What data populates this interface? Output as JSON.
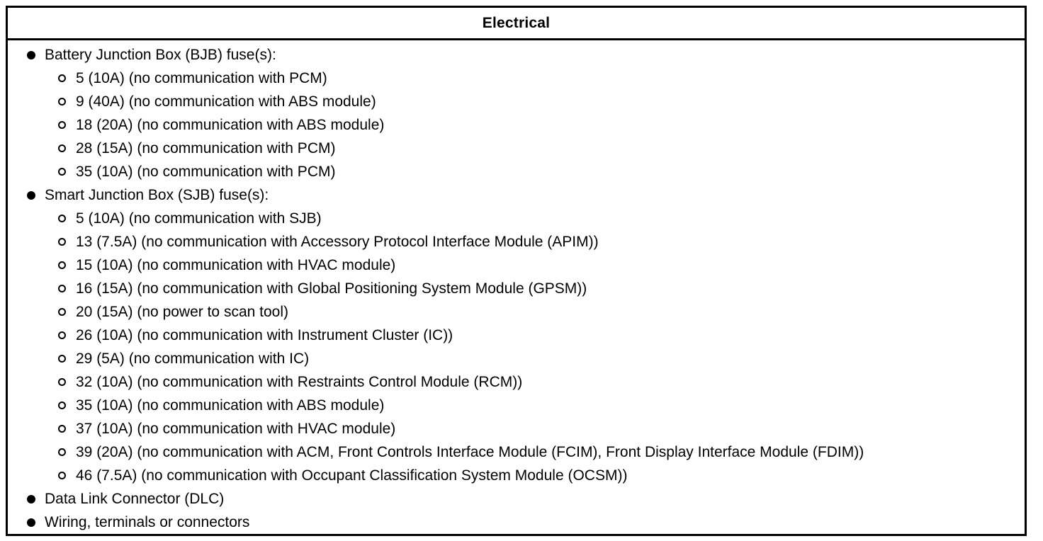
{
  "document": {
    "header": {
      "title": "Electrical"
    },
    "icons": {
      "level1_bullet": "filled-circle",
      "level2_bullet": "open-circle"
    },
    "colors": {
      "text": "#000000",
      "background": "#ffffff",
      "border": "#000000"
    },
    "list": [
      {
        "level": 1,
        "text": "Battery Junction Box (BJB) fuse(s):"
      },
      {
        "level": 2,
        "text": "5 (10A) (no communication with PCM)"
      },
      {
        "level": 2,
        "text": "9 (40A) (no communication with ABS module)"
      },
      {
        "level": 2,
        "text": "18 (20A) (no communication with ABS module)"
      },
      {
        "level": 2,
        "text": "28 (15A) (no communication with PCM)"
      },
      {
        "level": 2,
        "text": "35 (10A) (no communication with PCM)"
      },
      {
        "level": 1,
        "text": "Smart Junction Box (SJB) fuse(s):"
      },
      {
        "level": 2,
        "text": "5 (10A) (no communication with SJB)"
      },
      {
        "level": 2,
        "text": "13 (7.5A) (no communication with Accessory Protocol Interface Module (APIM))"
      },
      {
        "level": 2,
        "text": "15 (10A) (no communication with HVAC module)"
      },
      {
        "level": 2,
        "text": "16 (15A) (no communication with Global Positioning System Module (GPSM))"
      },
      {
        "level": 2,
        "text": "20 (15A) (no power to scan tool)"
      },
      {
        "level": 2,
        "text": "26 (10A) (no communication with Instrument Cluster (IC))"
      },
      {
        "level": 2,
        "text": "29 (5A) (no communication with IC)"
      },
      {
        "level": 2,
        "text": "32 (10A) (no communication with Restraints Control Module (RCM))"
      },
      {
        "level": 2,
        "text": "35 (10A) (no communication with ABS module)"
      },
      {
        "level": 2,
        "text": "37 (10A) (no communication with HVAC module)"
      },
      {
        "level": 2,
        "text": "39 (20A) (no communication with ACM, Front Controls Interface Module (FCIM), Front Display Interface Module (FDIM))"
      },
      {
        "level": 2,
        "text": "46 (7.5A) (no communication with Occupant Classification System Module (OCSM))"
      },
      {
        "level": 1,
        "text": "Data Link Connector (DLC)"
      },
      {
        "level": 1,
        "text": "Wiring, terminals or connectors"
      }
    ]
  }
}
